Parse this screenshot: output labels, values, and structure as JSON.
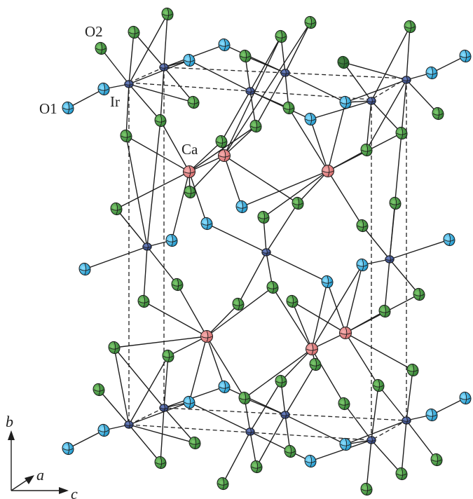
{
  "labels": {
    "o1": "O1",
    "o2": "O2",
    "ir": "Ir",
    "ca": "Ca"
  },
  "axes": {
    "b": "b",
    "a": "a",
    "c": "c"
  },
  "colors": {
    "ir": "#3a4f8e",
    "ca": "#e98686",
    "o1": "#29b6e8",
    "o2": "#3f9a3f"
  }
}
